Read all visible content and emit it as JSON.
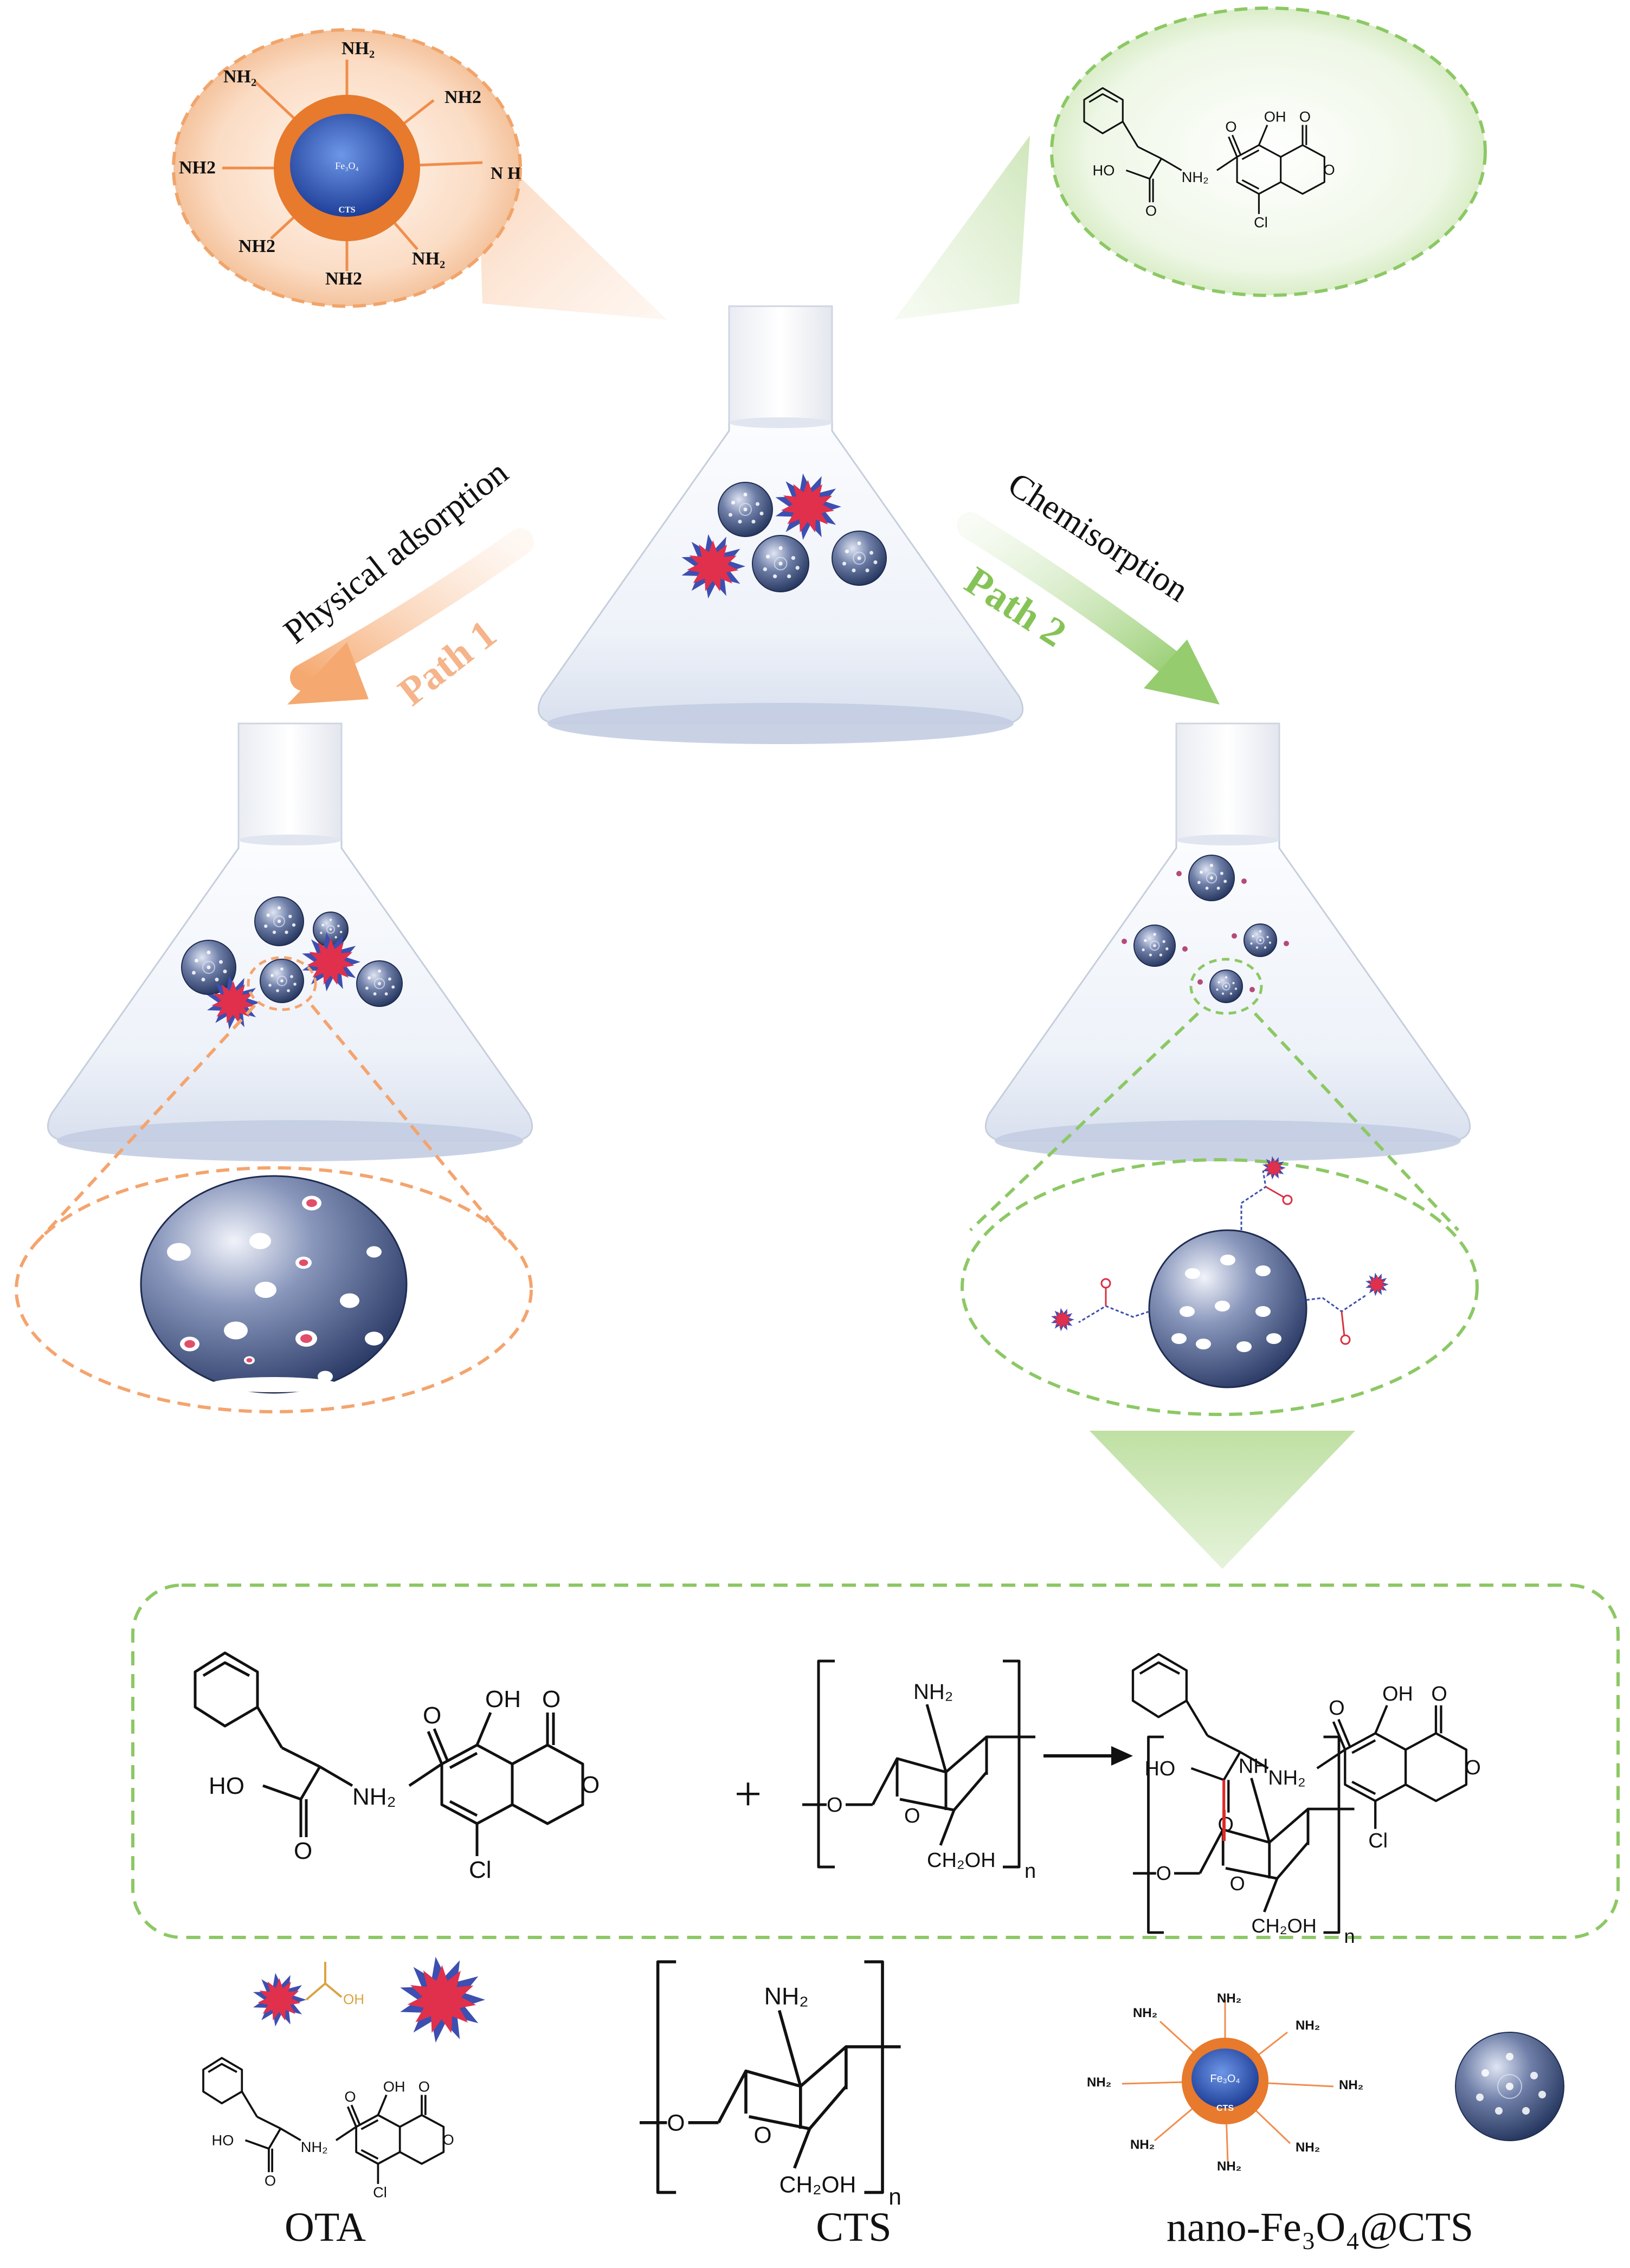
{
  "top_left_particle": {
    "core_label": "Fe₃O₄",
    "shell_label": "CTS",
    "amino_labels": [
      "NH₂",
      "NH₂",
      "NH2",
      "N H",
      "NH₂",
      "NH2",
      "NH2",
      "NH2"
    ]
  },
  "ota_chem_labels": {
    "oh": "OH",
    "ho": "HO",
    "o": "O",
    "nh2": "NH₂",
    "cl": "Cl"
  },
  "paths": {
    "physical_label": "Physical adsorption",
    "path1_label": "Path 1",
    "chem_label": "Chemisorption",
    "path2_label": "Path 2"
  },
  "reaction": {
    "plus": "+",
    "nh2": "NH₂",
    "ch2oh": "CH₂OH",
    "n_sub": "n",
    "nh": "NH",
    "o_ring": "O",
    "o_link": "O"
  },
  "legend": {
    "ota_label": "OTA",
    "cts_label": "CTS",
    "nano_label": "nano-Fe₃O₄@CTS",
    "nano_amino": "NH₂",
    "nano_core": "Fe₃O₄",
    "nano_shell": "CTS",
    "cooh_label": "OH"
  },
  "colors": {
    "orange": "#f4a46e",
    "orange_light": "#fbd9bf",
    "green": "#8cc864",
    "green_light": "#d5eac2",
    "sphere_dark": "#2d3e6b",
    "sphere_light": "#c9d3ec",
    "star_red": "#e0304c",
    "star_blue": "#3d4fb0",
    "core_blue": "#3b63c4",
    "shell_orange": "#e77a2c"
  }
}
